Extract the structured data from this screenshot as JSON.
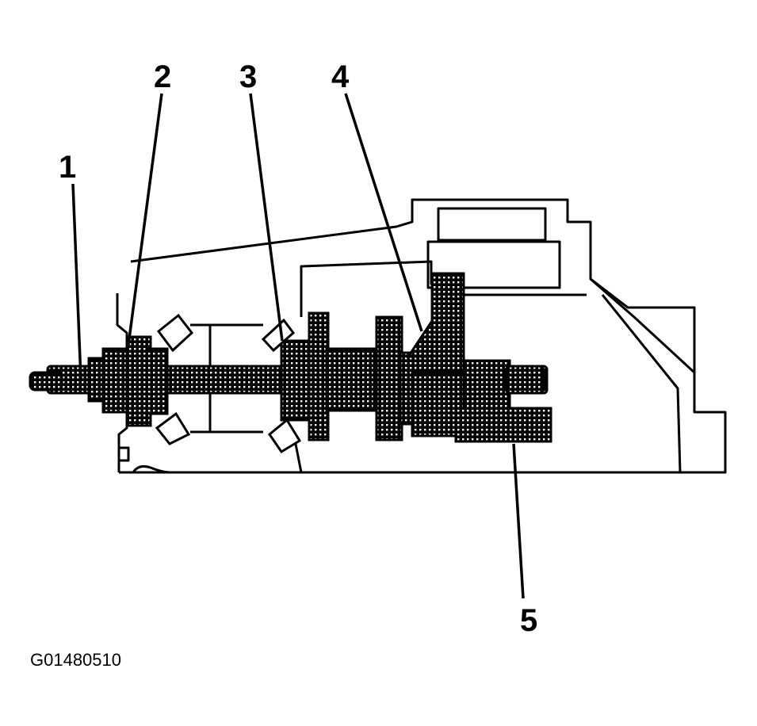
{
  "diagram": {
    "figure_id": "G01480510",
    "callouts": [
      {
        "label": "1"
      },
      {
        "label": "2"
      },
      {
        "label": "3"
      },
      {
        "label": "4"
      },
      {
        "label": "5"
      }
    ]
  },
  "colors": {
    "ink": "#000000",
    "paper": "#ffffff"
  }
}
